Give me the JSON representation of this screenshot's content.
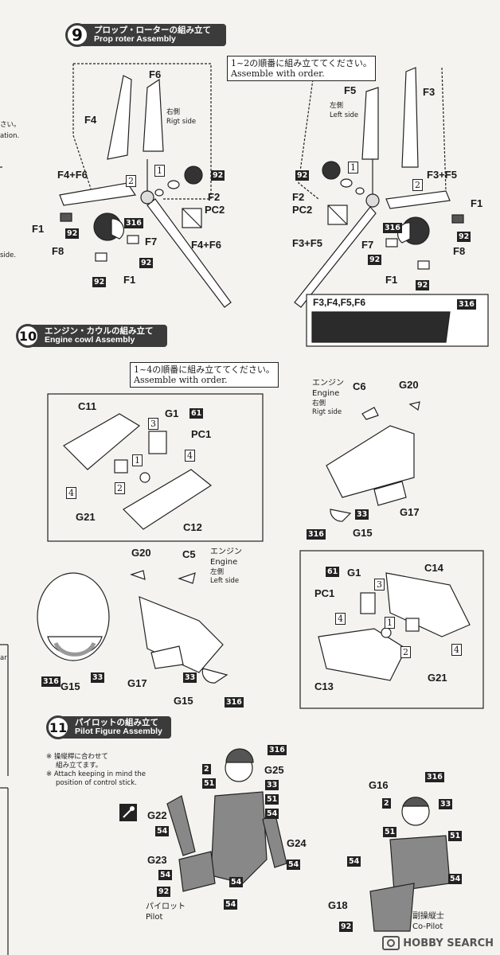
{
  "steps": [
    {
      "number": "9",
      "title_ja": "プロップ・ローターの組み立て",
      "title_en": "Prop roter Assembly"
    },
    {
      "number": "10",
      "title_ja": "エンジン・カウルの組み立て",
      "title_en": "Engine cowl Assembly"
    },
    {
      "number": "11",
      "title_ja": "パイロットの組み立て",
      "title_en": "Pilot Figure Assembly"
    }
  ],
  "notes": {
    "order_1_2_ja": "1~2の順番に組み立ててください。",
    "order_1_2_en": "Assemble with order.",
    "order_1_4_ja": "1~4の順番に組み立ててください。",
    "order_1_4_en": "Assemble with order.",
    "pilot_note_ja_1": "※ 操縦桿に合わせて",
    "pilot_note_ja_2": "組み立てます。",
    "pilot_note_en_1": "※ Attach keeping in mind the",
    "pilot_note_en_2": "position of control stick."
  },
  "sides": {
    "right_ja": "右側",
    "right_en": "Rigt side",
    "left_ja": "左側",
    "left_en": "Left side"
  },
  "engine": {
    "ja": "エンジン",
    "en": "Engine",
    "right_ja": "右側",
    "right_en": "Rigt side",
    "left_ja": "左側",
    "left_en": "Left side"
  },
  "color_box": {
    "label": "F3,F4,F5,F6",
    "code": "316"
  },
  "figures": {
    "pilot_ja": "パイロット",
    "pilot_en": "Pilot",
    "copilot_ja": "副操縦士",
    "copilot_en": "Co-Pilot"
  },
  "margin_text": {
    "a": "さい。",
    "b": "ation.",
    "c": "side.",
    "d": "ar"
  },
  "watermark": "HOBBY SEARCH",
  "labels": {
    "p9_F6": "F6",
    "p9_F4": "F4",
    "p9_F4F6": "F4+F6",
    "p9_F2": "F2",
    "p9_PC2": "PC2",
    "p9_F1a": "F1",
    "p9_F8": "F8",
    "p9_F7": "F7",
    "p9_F1b": "F1",
    "p9_F4F6b": "F4+F6",
    "p9_F5": "F5",
    "p9_F3": "F3",
    "p9_F3F5": "F3+F5",
    "p9_F2b": "F2",
    "p9_PC2b": "PC2",
    "p9_F1c": "F1",
    "p9_F8b": "F8",
    "p9_F7b": "F7",
    "p9_F1d": "F1",
    "p9_F3F5b": "F3+F5",
    "p10_C11": "C11",
    "p10_G1": "G1",
    "p10_PC1": "PC1",
    "p10_G21": "G21",
    "p10_C12": "C12",
    "p10_C6": "C6",
    "p10_G20": "G20",
    "p10_G17": "G17",
    "p10_G15": "G15",
    "p10_G20b": "G20",
    "p10_C5": "C5",
    "p10_G17b": "G17",
    "p10_G15b": "G15",
    "p10_G15c": "G15",
    "p10_G1b": "G1",
    "p10_PC1b": "PC1",
    "p10_C14": "C14",
    "p10_G21b": "G21",
    "p10_C13": "C13",
    "p11_G25": "G25",
    "p11_G22": "G22",
    "p11_G24": "G24",
    "p11_G23": "G23",
    "p11_G16": "G16",
    "p11_G18": "G18"
  },
  "badges": {
    "b92": "92",
    "b316": "316",
    "b61": "61",
    "b33": "33",
    "b2": "2",
    "b51": "51",
    "b54": "54"
  },
  "seqnums": {
    "s1": "1",
    "s2": "2",
    "s3": "3",
    "s4": "4"
  }
}
